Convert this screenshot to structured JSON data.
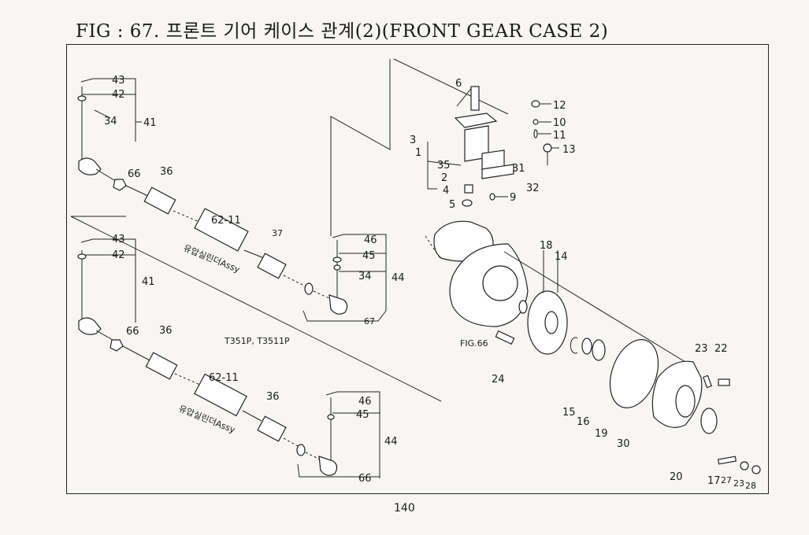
{
  "title": "FIG : 67. 프론트 기어 케이스 관계(2)(FRONT GEAR CASE 2)",
  "page_number": "140",
  "model_note": "T351P, T3511P",
  "korean_label": "유압실린더Assy",
  "figure_ref": "FIG.66",
  "upper_assembly_labels": [
    "43",
    "42",
    "34",
    "41",
    "66",
    "36",
    "62-11",
    "37",
    "46",
    "45",
    "34",
    "44",
    "67"
  ],
  "lower_assembly_labels": [
    "43",
    "42",
    "41",
    "66",
    "36",
    "62-11",
    "36",
    "46",
    "45",
    "44",
    "66"
  ],
  "gear_case_labels": [
    "6",
    "12",
    "10",
    "11",
    "13",
    "3",
    "1",
    "35",
    "2",
    "4",
    "31",
    "32",
    "5",
    "9",
    "18",
    "14",
    "23",
    "22",
    "24",
    "15",
    "16",
    "19",
    "30",
    "20",
    "17",
    "27",
    "23",
    "28"
  ]
}
